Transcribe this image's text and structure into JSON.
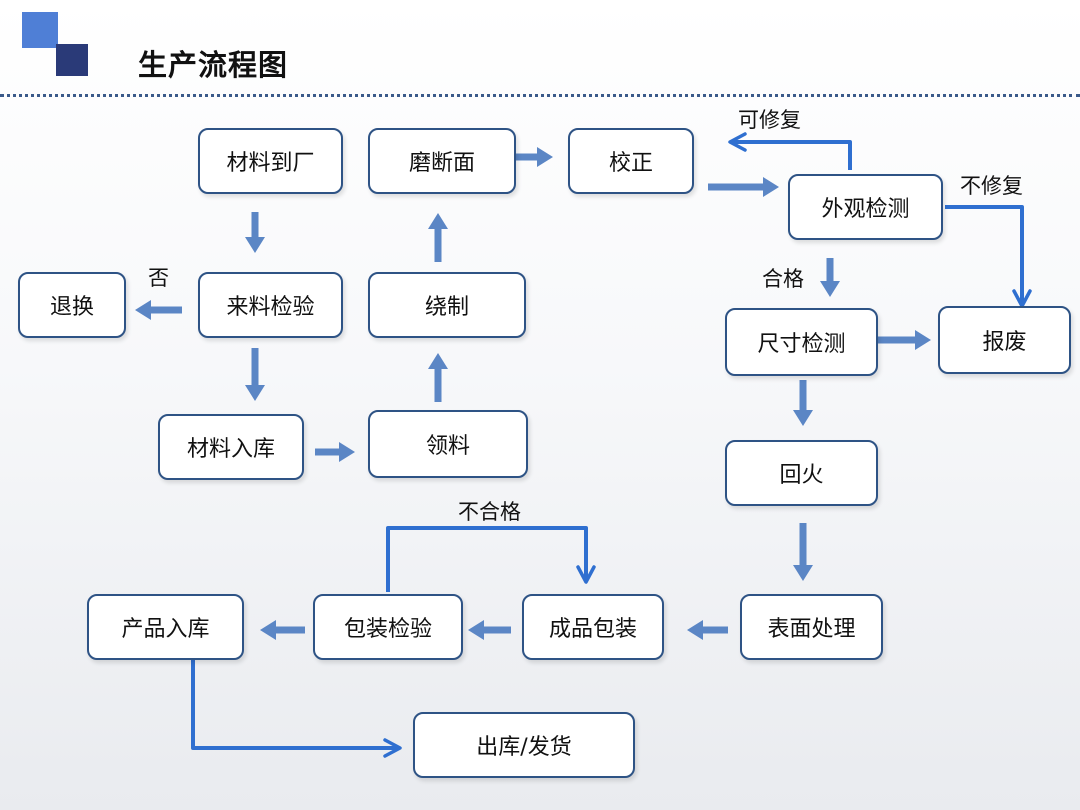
{
  "title": "生产流程图",
  "nodes": {
    "cailiao_daochang": "材料到厂",
    "tuihuan": "退换",
    "lailiao_jianyan": "来料检验",
    "cailiao_ruku": "材料入库",
    "lingliao": "领料",
    "raozhi": "绕制",
    "moduanmian": "磨断面",
    "jiaozheng": "校正",
    "waiguan_jiance": "外观检测",
    "chicun_jiance": "尺寸检测",
    "baofei": "报废",
    "huihuo": "回火",
    "biaomian_chuli": "表面处理",
    "chengpin_baozhuang": "成品包装",
    "baozhuang_jianyan": "包装检验",
    "chanpin_ruku": "产品入库",
    "chuku_fahuo": "出库/发货"
  },
  "labels": {
    "fou": "否",
    "kexiufu": "可修复",
    "buxiufu": "不修复",
    "hege": "合格",
    "buhege": "不合格"
  },
  "colors": {
    "block_arrow": "#5b86c5",
    "line_arrow": "#2f6fd0",
    "border": "#2e5385",
    "logo_light": "#4f7fd6",
    "logo_dark": "#2a3a78"
  }
}
